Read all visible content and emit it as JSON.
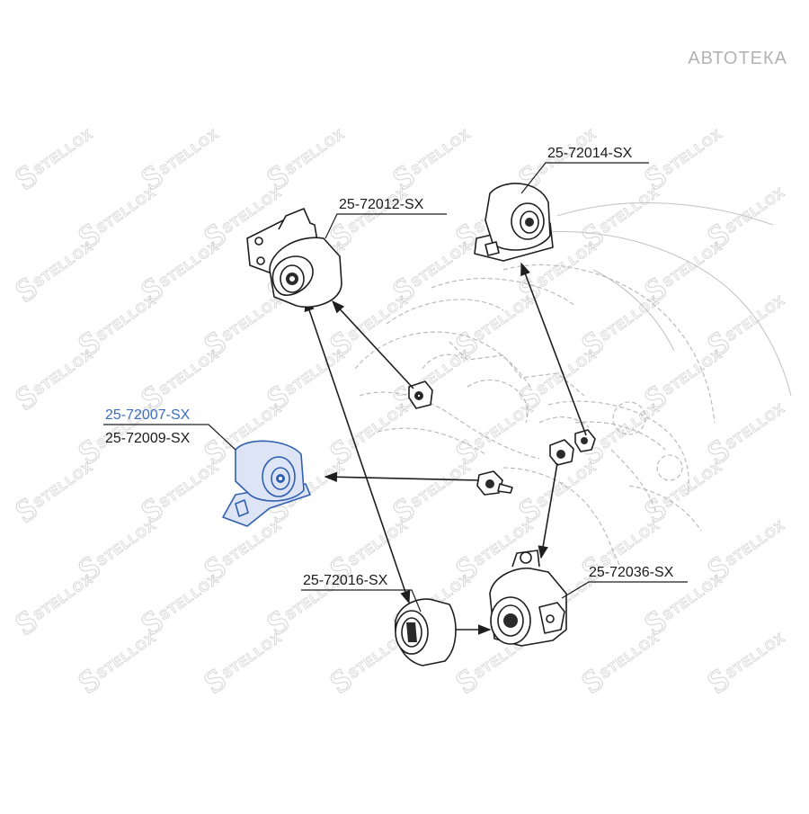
{
  "brand": {
    "text": "АВТОТЕКА"
  },
  "watermark": {
    "text": "STELLOX"
  },
  "parts": [
    {
      "id": "p12",
      "label": "25-72012-SX"
    },
    {
      "id": "p14",
      "label": "25-72014-SX"
    },
    {
      "id": "p07",
      "label": "25-72007-SX",
      "highlight": true
    },
    {
      "id": "p09",
      "label": "25-72009-SX"
    },
    {
      "id": "p16",
      "label": "25-72016-SX"
    },
    {
      "id": "p36",
      "label": "25-72036-SX"
    }
  ],
  "colors": {
    "highlight": "#3a6fc4",
    "line": "#1e1e1e",
    "watermark": "#d4d4d4",
    "brand": "#b3b3b3"
  }
}
